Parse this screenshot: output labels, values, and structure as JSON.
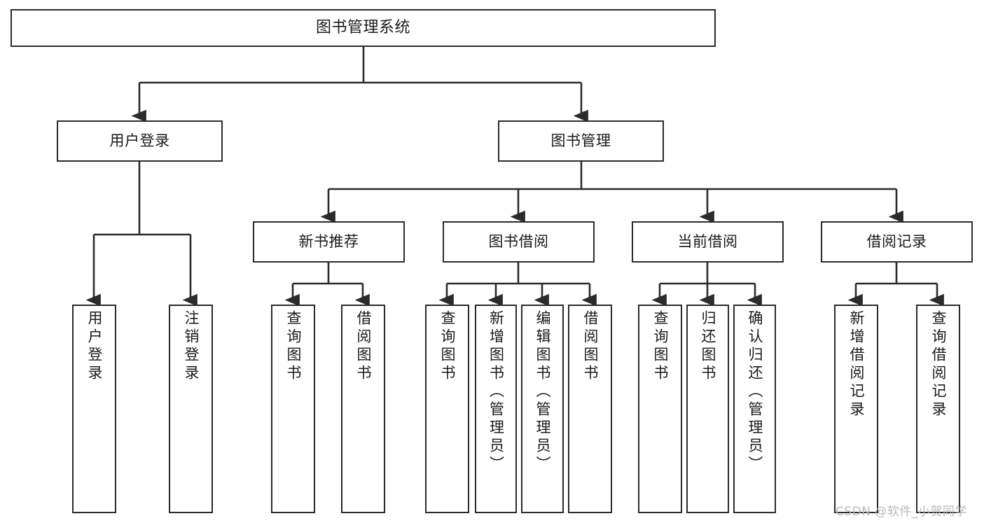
{
  "diagram": {
    "type": "tree-hierarchy-flowchart",
    "title": "图书管理系统",
    "watermark": "CSDN @软件_小贺同学",
    "colors": {
      "box_border": "#2b2b2b",
      "box_fill": "#ffffff",
      "edge": "#2b2b2b",
      "text": "#1a1a1a",
      "watermark": "#b9b9b9",
      "background": "#ffffff"
    },
    "root": {
      "label": "图书管理系统"
    },
    "level1": [
      {
        "id": "user-login",
        "label": "用户登录"
      },
      {
        "id": "book-manage",
        "label": "图书管理"
      }
    ],
    "level2": [
      {
        "id": "new-book-recommend",
        "label": "新书推荐",
        "parent": "book-manage"
      },
      {
        "id": "book-borrow",
        "label": "图书借阅",
        "parent": "book-manage"
      },
      {
        "id": "current-borrow",
        "label": "当前借阅",
        "parent": "book-manage"
      },
      {
        "id": "borrow-record",
        "label": "借阅记录",
        "parent": "book-manage"
      }
    ],
    "leaves": [
      {
        "id": "leaf-user-login",
        "label": "用户登录",
        "parent": "user-login"
      },
      {
        "id": "leaf-logout-login",
        "label": "注销登录",
        "parent": "user-login"
      },
      {
        "id": "leaf-query-book-1",
        "label": "查询图书",
        "parent": "new-book-recommend"
      },
      {
        "id": "leaf-borrow-book-1",
        "label": "借阅图书",
        "parent": "new-book-recommend"
      },
      {
        "id": "leaf-query-book-2",
        "label": "查询图书",
        "parent": "book-borrow"
      },
      {
        "id": "leaf-add-book",
        "label": "新增图书（管理员）",
        "parent": "book-borrow"
      },
      {
        "id": "leaf-edit-book",
        "label": "编辑图书（管理员）",
        "parent": "book-borrow"
      },
      {
        "id": "leaf-borrow-book-2",
        "label": "借阅图书",
        "parent": "book-borrow"
      },
      {
        "id": "leaf-query-book-3",
        "label": "查询图书",
        "parent": "current-borrow"
      },
      {
        "id": "leaf-return-book",
        "label": "归还图书",
        "parent": "current-borrow"
      },
      {
        "id": "leaf-confirm-return",
        "label": "确认归还（管理员）",
        "parent": "current-borrow"
      },
      {
        "id": "leaf-add-record",
        "label": "新增借阅记录",
        "parent": "borrow-record"
      },
      {
        "id": "leaf-query-record",
        "label": "查询借阅记录",
        "parent": "borrow-record"
      }
    ]
  }
}
